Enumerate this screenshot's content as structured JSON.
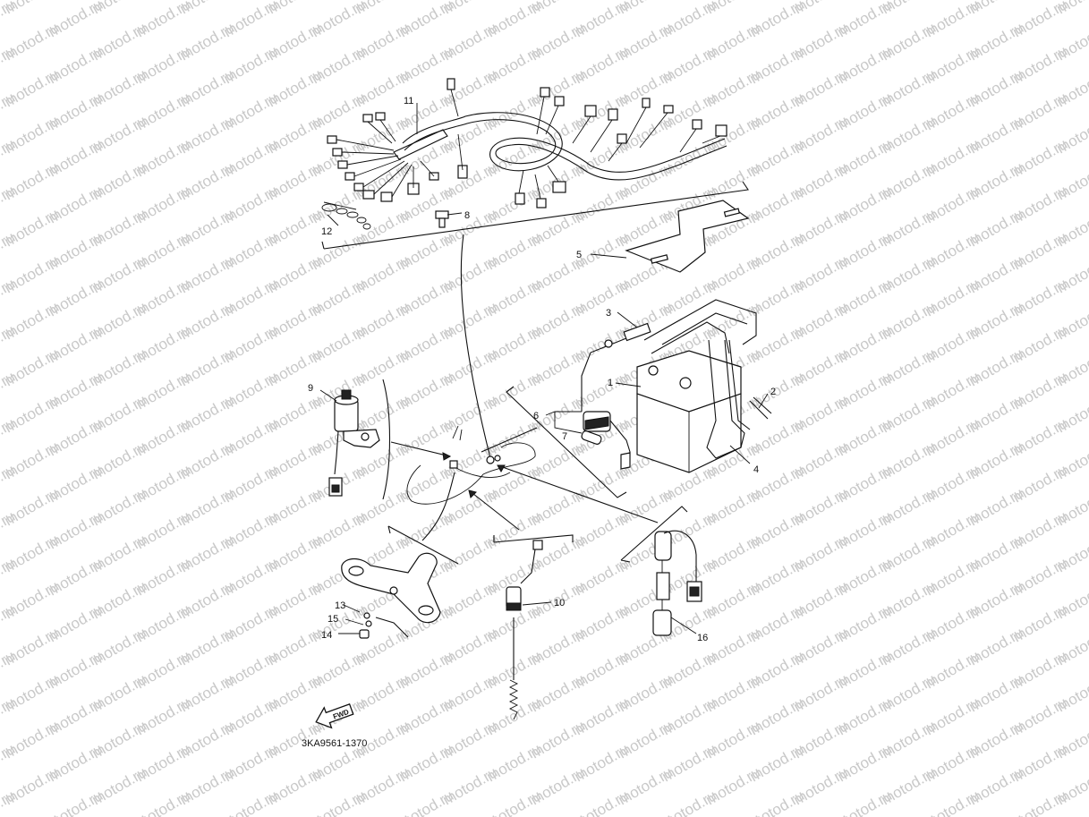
{
  "watermark": "motod.ru",
  "diagram_code": "3KA9561-1370",
  "fwd_label": "FWD",
  "callouts": {
    "c1": "1",
    "c2": "2",
    "c3": "3",
    "c4": "4",
    "c5": "5",
    "c6": "6",
    "c7": "7",
    "c8": "8",
    "c9": "9",
    "c10": "10",
    "c11": "11",
    "c12": "12",
    "c13": "13",
    "c14": "14",
    "c15": "15",
    "c16": "16"
  }
}
